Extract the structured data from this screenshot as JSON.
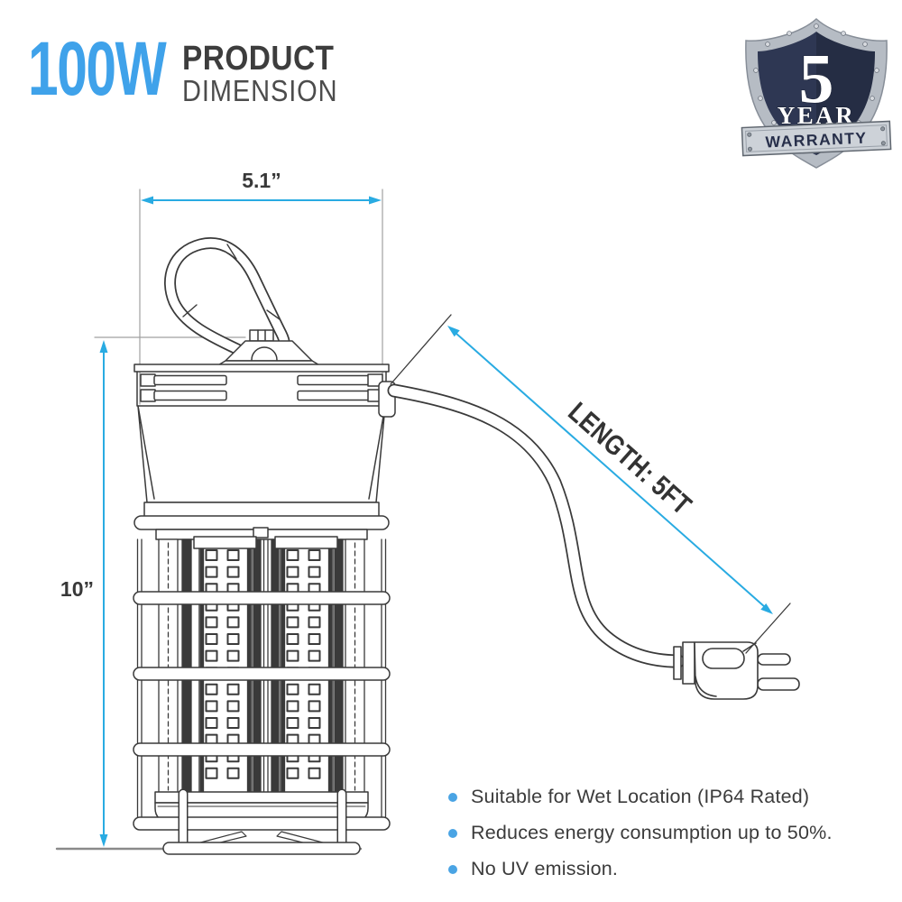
{
  "header": {
    "wattage": "100W",
    "title_line1": "PRODUCT",
    "title_line2": "DIMENSION"
  },
  "badge": {
    "number": "5",
    "year_label": "YEAR",
    "banner_label": "WARRANTY"
  },
  "dimensions": {
    "width_label": "5.1”",
    "height_label": "10”",
    "cord_label": "LENGTH: 5FT"
  },
  "features": {
    "items": [
      "Suitable for Wet Location (IP64 Rated)",
      "Reduces energy consumption up to 50%.",
      "No UV emission."
    ]
  },
  "drawing": {
    "subject": "LED temporary work light with carabiner hook, cage-guarded corn lamp, power cord and 3-prong plug"
  },
  "colors": {
    "accent_blue": "#29abe2",
    "brand_blue": "#3fa2ea",
    "bullet_blue": "#4aa4e4",
    "text_dark": "#3b3b3b",
    "line_art": "#3a3a3a",
    "extension_gray": "#9a9a9a",
    "badge_navy": "#2e3753",
    "badge_silver": "#c6cbd2"
  }
}
